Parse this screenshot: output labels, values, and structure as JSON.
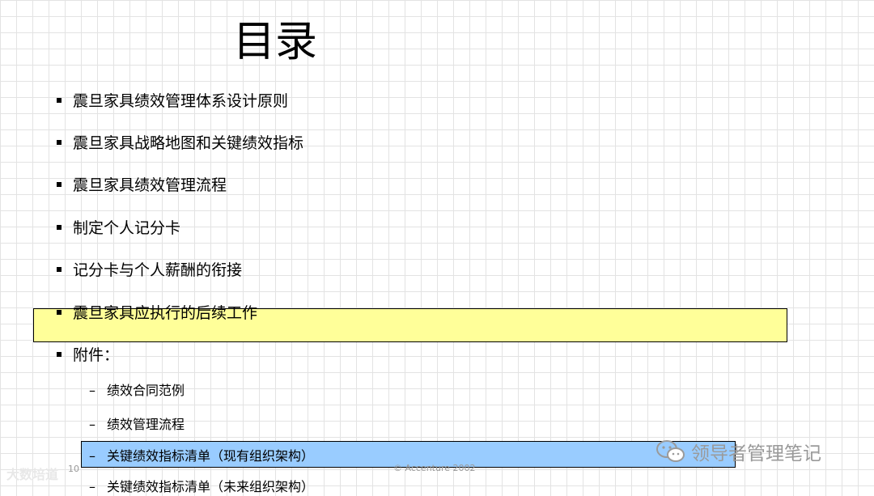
{
  "slide": {
    "title": "目录",
    "items": [
      "震旦家具绩效管理体系设计原则",
      "震旦家具战略地图和关键绩效指标",
      "震旦家具绩效管理流程",
      "制定个人记分卡",
      "记分卡与个人薪酬的衔接",
      "震旦家具应执行的后续工作",
      "附件："
    ],
    "sub_items": [
      "绩效合同范例",
      "绩效管理流程",
      "关键绩效指标清单（现有组织架构）",
      "关键绩效指标清单（未来组织架构）"
    ],
    "sub_dash": "–",
    "page_number": "10",
    "copyright": "© Accenture 2002"
  },
  "watermarks": {
    "left": "大数培道",
    "right": "领导者管理笔记"
  },
  "colors": {
    "highlight_yellow": "#ffff99",
    "highlight_blue": "#99ccff"
  }
}
